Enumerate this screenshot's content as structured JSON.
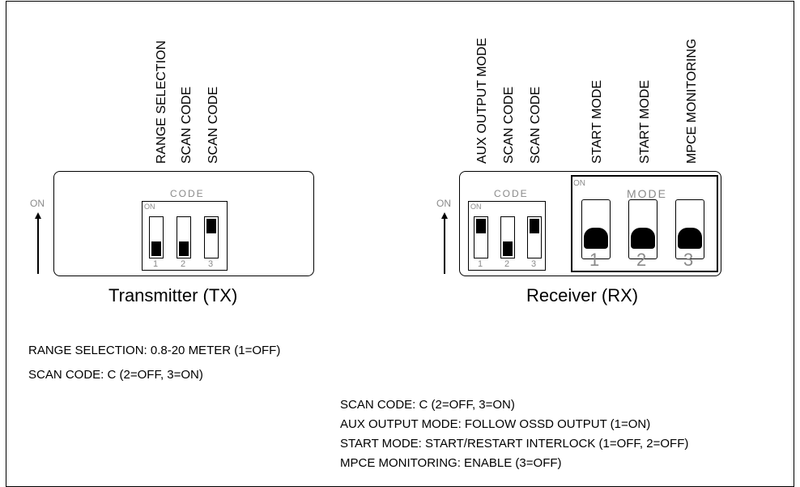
{
  "tx": {
    "labels": [
      "RANGE SELECTION",
      "SCAN CODE",
      "SCAN CODE"
    ],
    "code_title": "CODE",
    "on_small": "ON",
    "on_side": "ON",
    "switch_numbers": [
      "1",
      "2",
      "3"
    ],
    "switch_states": [
      "down",
      "down",
      "up"
    ],
    "caption": "Transmitter (TX)"
  },
  "rx": {
    "labels": [
      "AUX OUTPUT MODE",
      "SCAN CODE",
      "SCAN CODE",
      "START MODE",
      "START MODE",
      "MPCE MONITORING"
    ],
    "code_title": "CODE",
    "mode_title": "MODE",
    "on_small": "ON",
    "on_mode": "ON",
    "on_side": "ON",
    "code_numbers": [
      "1",
      "2",
      "3"
    ],
    "code_states": [
      "up",
      "down",
      "up"
    ],
    "mode_numbers": [
      "1",
      "2",
      "3"
    ],
    "mode_states": [
      "down",
      "down",
      "down"
    ],
    "caption": "Receiver (RX)"
  },
  "notes_tx": [
    "RANGE SELECTION: 0.8-20 METER (1=OFF)",
    "SCAN CODE: C (2=OFF, 3=ON)"
  ],
  "notes_rx": [
    "SCAN CODE: C (2=OFF, 3=ON)",
    "AUX OUTPUT MODE: FOLLOW OSSD OUTPUT (1=ON)",
    "START MODE: START/RESTART INTERLOCK (1=OFF, 2=OFF)",
    "MPCE MONITORING: ENABLE (3=OFF)"
  ]
}
